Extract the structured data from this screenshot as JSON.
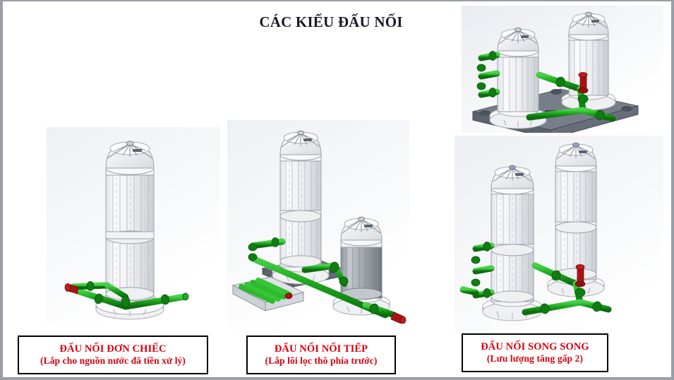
{
  "slide": {
    "title": "CÁC KIỂU ĐẤU NỐI",
    "background_color": "#ffffff",
    "frame_color": "#9a9ea6"
  },
  "colors": {
    "title_text": "#1a1a26",
    "caption_text": "#d8000c",
    "caption_border": "#000000",
    "pipe_green": "#1faa1f",
    "pipe_green_dark": "#0f6d12",
    "valve_red": "#a81414",
    "vessel_white": "#f2f3f5",
    "vessel_outline": "#9ea3ab",
    "base_gray": "#6e7480",
    "figure_bg": "#f3f5f8"
  },
  "figures": [
    {
      "id": "single",
      "name": "figure-single-connection",
      "alt": "3D CAD render of one tall cylindrical water filter vessel on a round base with green inlet and outlet piping and a red valve",
      "vessel_count": 1,
      "has_base_plate": false,
      "has_prefilter_tray": false
    },
    {
      "id": "series",
      "name": "figure-series-connection",
      "alt": "3D CAD render of a tall filter vessel connected in series to a shorter vessel, with a translucent tray of green coarse filter cartridges in front",
      "vessel_count": 2,
      "has_base_plate": true,
      "has_prefilter_tray": true
    },
    {
      "id": "parallel-top",
      "name": "figure-parallel-connection-top",
      "alt": "3D CAD render of two short filter vessels mounted in parallel on a gray base plate with a green manifold and red valve",
      "vessel_count": 2,
      "has_base_plate": true,
      "has_prefilter_tray": false
    },
    {
      "id": "parallel-bottom",
      "name": "figure-parallel-connection-bottom",
      "alt": "3D CAD render of two tall filter vessels mounted in parallel with a green manifold and red valve",
      "vessel_count": 2,
      "has_base_plate": false,
      "has_prefilter_tray": false
    }
  ],
  "captions": [
    {
      "id": "single",
      "main": "ĐẤU NỐI ĐƠN CHIẾC",
      "sub": "(Lắp cho nguồn nước đã tiền xử lý)"
    },
    {
      "id": "series",
      "main": "ĐẤU NỐI NỐI TIẾP",
      "sub": "(Lắp lõi lọc thô phía trước)"
    },
    {
      "id": "parallel",
      "main": "ĐẤU NỐI SONG SONG",
      "sub": "(Lưu lượng tăng gấp 2)"
    }
  ]
}
